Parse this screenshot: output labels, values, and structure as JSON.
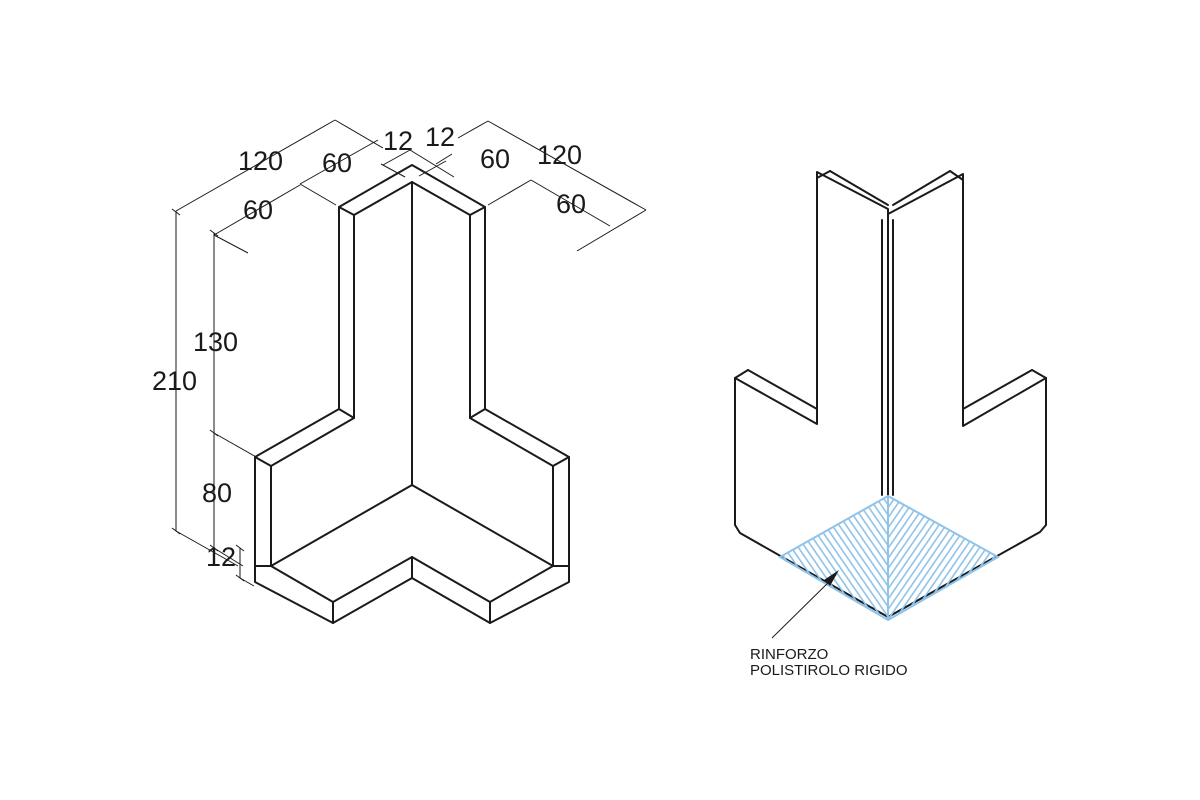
{
  "left_view": {
    "dimensions": {
      "width_left_total": "120",
      "width_left_outer": "60",
      "width_left_inner": "60",
      "thickness_left": "12",
      "thickness_right": "12",
      "width_right_inner": "60",
      "width_right_total": "120",
      "width_right_outer": "60",
      "height_total": "210",
      "height_upper": "130",
      "height_lower": "80",
      "base_thickness": "12"
    }
  },
  "right_view": {
    "reinforcement_label_line1": "RINFORZO",
    "reinforcement_label_line2": "POLISTIROLO RIGIDO",
    "hatch_color": "#8fc3ea"
  }
}
